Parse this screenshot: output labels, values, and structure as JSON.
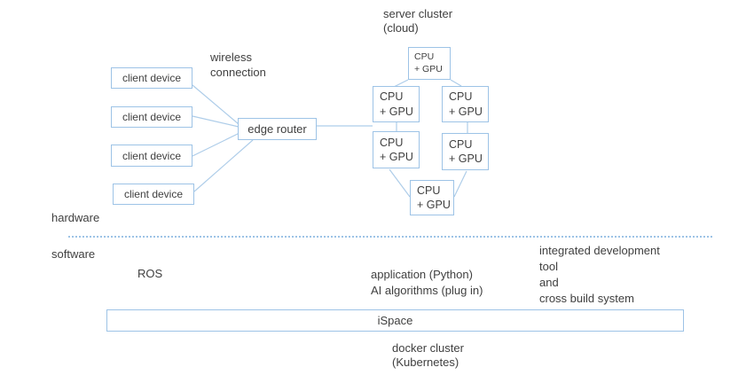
{
  "colors": {
    "accent_border": "#9dc3e6",
    "connector": "#aecde9",
    "text": "#3f3f3f"
  },
  "hardware": {
    "section_label": "hardware",
    "wireless": {
      "line1": "wireless",
      "line2": "connection"
    },
    "client_devices": [
      {
        "label": "client device"
      },
      {
        "label": "client device"
      },
      {
        "label": "client device"
      },
      {
        "label": "client device"
      }
    ],
    "edge_router_label": "edge router",
    "server_cluster": {
      "title": "server cluster",
      "subtitle": "(cloud)",
      "nodes": [
        {
          "line1": "CPU",
          "line2": "+ GPU"
        },
        {
          "line1": "CPU",
          "line2": "+ GPU"
        },
        {
          "line1": "CPU",
          "line2": "+ GPU"
        },
        {
          "line1": "CPU",
          "line2": "+ GPU"
        },
        {
          "line1": "CPU",
          "line2": "+ GPU"
        },
        {
          "line1": "CPU",
          "line2": "+ GPU"
        }
      ]
    }
  },
  "software": {
    "section_label": "software",
    "ros_label": "ROS",
    "application": {
      "line1": "application (Python)",
      "line2": "AI algorithms (plug in)"
    },
    "dev_tools": {
      "line1": "integrated development",
      "line2": "tool",
      "line3": "and",
      "line4": "cross build system"
    },
    "ispace_label": "iSpace",
    "docker": {
      "line1": "docker cluster",
      "line2": "(Kubernetes)"
    }
  }
}
